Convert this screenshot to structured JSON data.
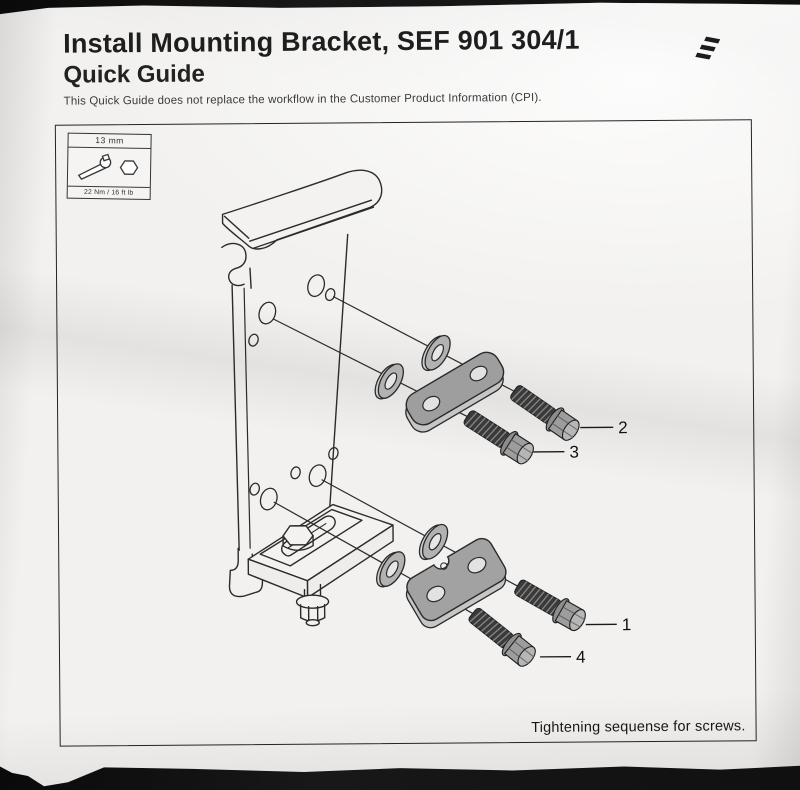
{
  "header": {
    "title": "Install Mounting Bracket, SEF 901 304/1",
    "subtitle": "Quick Guide",
    "disclaimer": "This Quick Guide does not replace the workflow in the Customer Product Information (CPI).",
    "brand_logo": "ericsson-three-beams"
  },
  "diagram": {
    "tool_box": {
      "wrench_size": "13 mm",
      "torque": "22 Nm / 16 ft lb",
      "icon": "torque-wrench-and-hex-nut"
    },
    "caption": "Tightening sequense for screws.",
    "callouts": [
      {
        "number": "1",
        "part": "flange screw, lower right"
      },
      {
        "number": "2",
        "part": "flange screw, upper right"
      },
      {
        "number": "3",
        "part": "flange screw, upper left"
      },
      {
        "number": "4",
        "part": "flange screw, lower left"
      }
    ],
    "parts": {
      "bracket": "mounting bracket with hook and bottom channel bolt",
      "washers_visible": 4,
      "clamp_plates_visible": 2,
      "flange_screws_visible": 4
    },
    "colors": {
      "line": "#2b2b2b",
      "metal_face": "#9e9e9e",
      "metal_edge": "#c6c6c6",
      "washer_face": "#b2b2b2",
      "screw_shaft": "#3a3a3a"
    }
  }
}
